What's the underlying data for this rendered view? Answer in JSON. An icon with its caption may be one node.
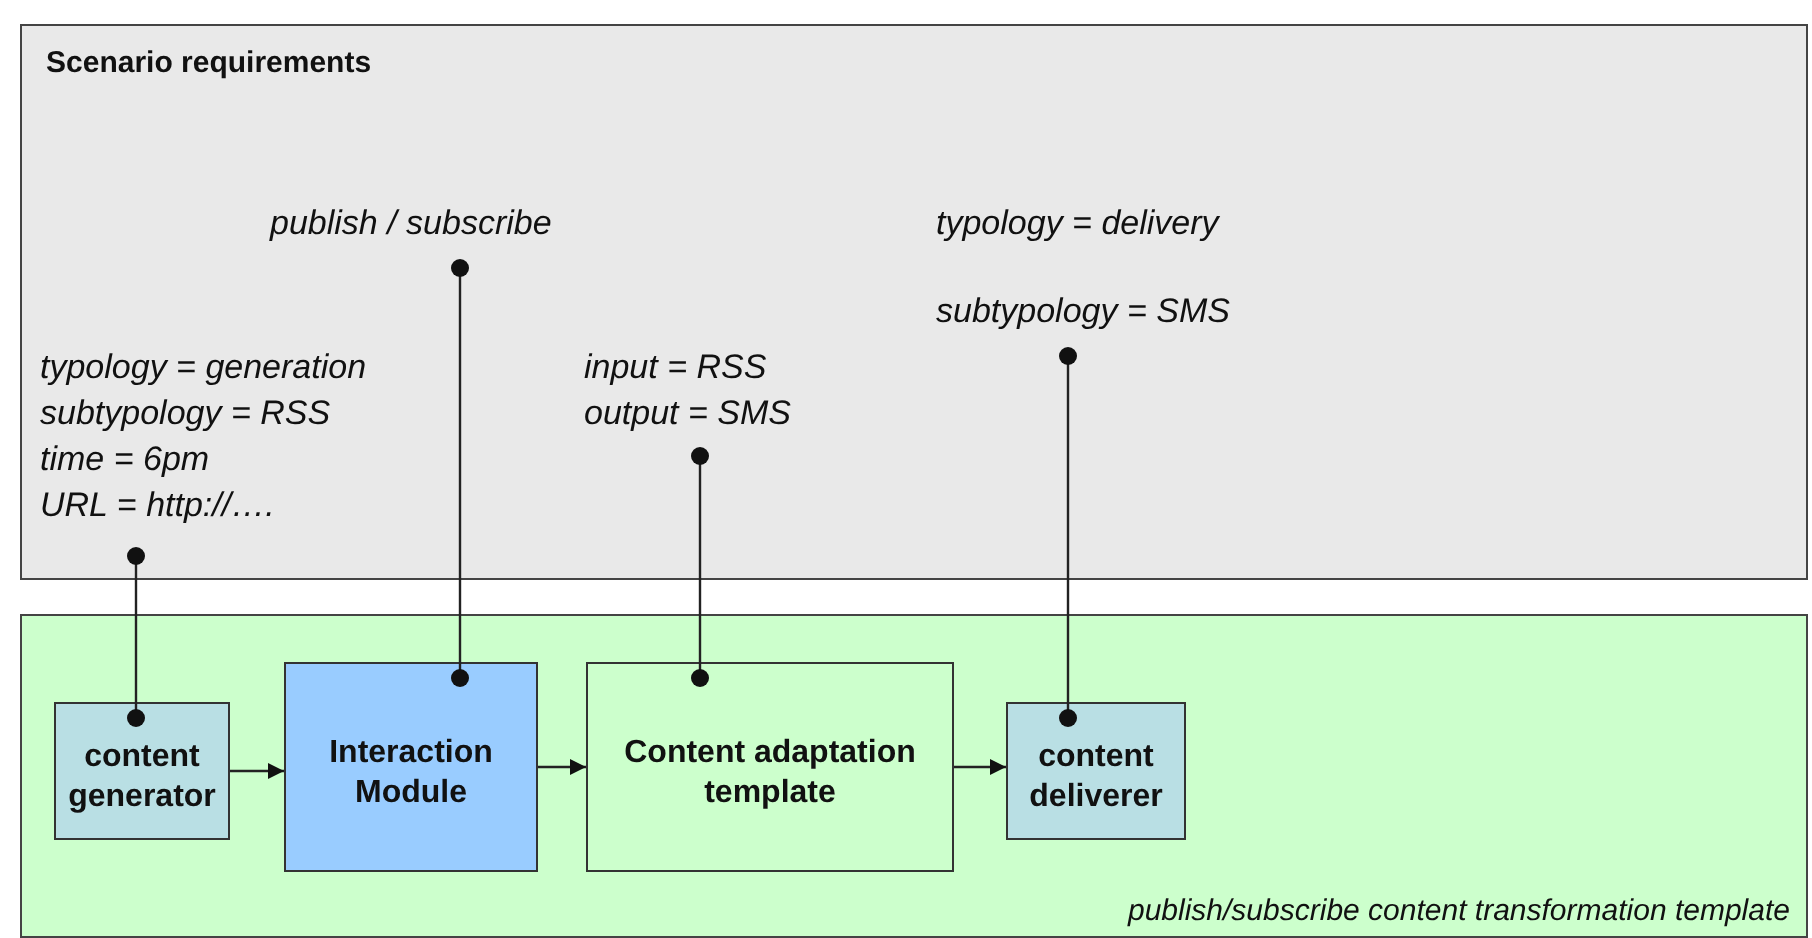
{
  "diagram": {
    "nodes": [
      {
        "text": [
          "Scenario requirements"
        ]
      },
      {
        "text": [
          "typology = generation",
          "subtypology = RSS",
          "time = 6pm",
          "URL = http://…."
        ],
        "in": 0
      },
      {
        "text": [
          "publish / subscribe"
        ],
        "in": 0
      },
      {
        "text": [
          "input = RSS",
          "output = SMS"
        ],
        "in": 0
      },
      {
        "text": [
          "typology = delivery",
          "subtypology = SMS"
        ],
        "in": 0
      },
      {
        "text": [
          "publish/subscribe content transformation template"
        ]
      },
      {
        "text": [
          "content generator"
        ],
        "in": 5
      },
      {
        "text": [
          "Interaction Module"
        ],
        "in": 5
      },
      {
        "text": [
          "Content adaptation template"
        ],
        "in": 5
      },
      {
        "text": [
          "content deliverer"
        ],
        "in": 5
      }
    ],
    "edges": [
      {
        "from": 6,
        "to": 7,
        "arrow": "to"
      },
      {
        "from": 7,
        "to": 8,
        "arrow": "to"
      },
      {
        "from": 8,
        "to": 9,
        "arrow": "to"
      },
      {
        "from": 1,
        "to": 6,
        "arrow": "other"
      },
      {
        "from": 2,
        "to": 7,
        "arrow": "other"
      },
      {
        "from": 3,
        "to": 8,
        "arrow": "other"
      },
      {
        "from": 4,
        "to": 9,
        "arrow": "other"
      }
    ]
  }
}
